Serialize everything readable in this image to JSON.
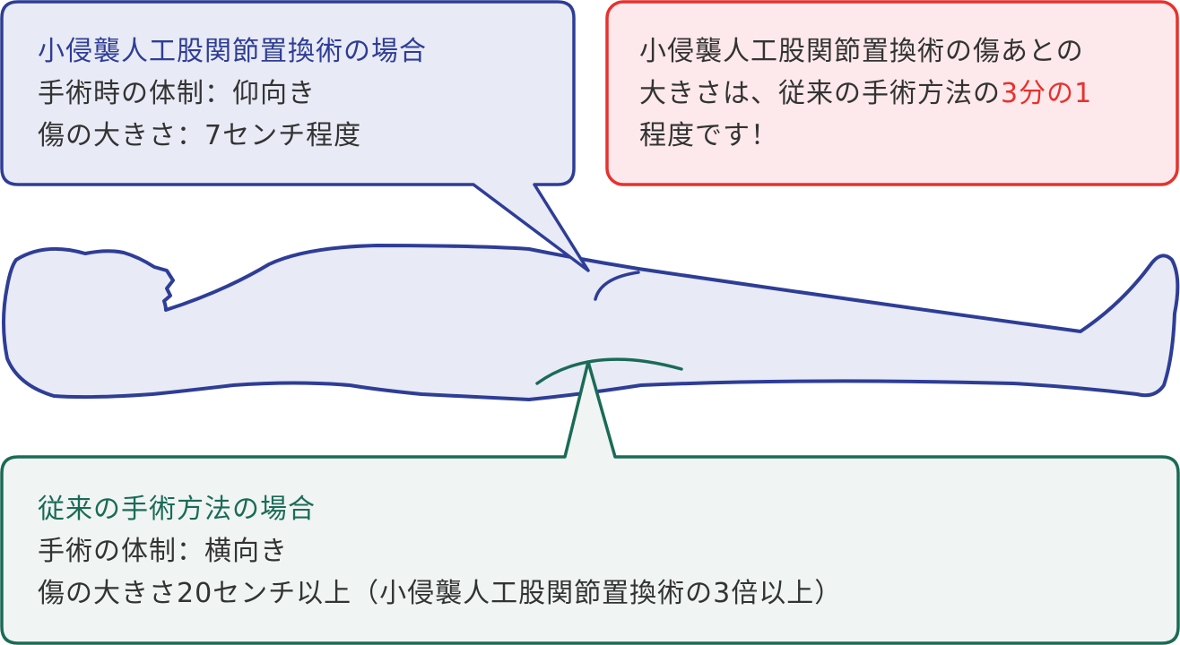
{
  "colors": {
    "blue": "#2e3d96",
    "blue_fill": "#e8eaf5",
    "red": "#e8312e",
    "red_fill": "#fde9eb",
    "green": "#1a6b56",
    "green_fill": "#f0f4f3",
    "text": "#333333"
  },
  "minimal": {
    "title": "小侵襲人工股関節置換術の場合",
    "position": "手術時の体制：仰向き",
    "incision": "傷の大きさ：7センチ程度"
  },
  "note": {
    "line1": "小侵襲人工股関節置換術の傷あとの",
    "line2_before": "大きさは、従来の手術方法の",
    "line2_highlight": "3分の1",
    "line3": "程度です！"
  },
  "traditional": {
    "title": "従来の手術方法の場合",
    "position": "手術の体制：横向き",
    "incision": "傷の大きさ20センチ以上（小侵襲人工股関節置換術の3倍以上）"
  }
}
